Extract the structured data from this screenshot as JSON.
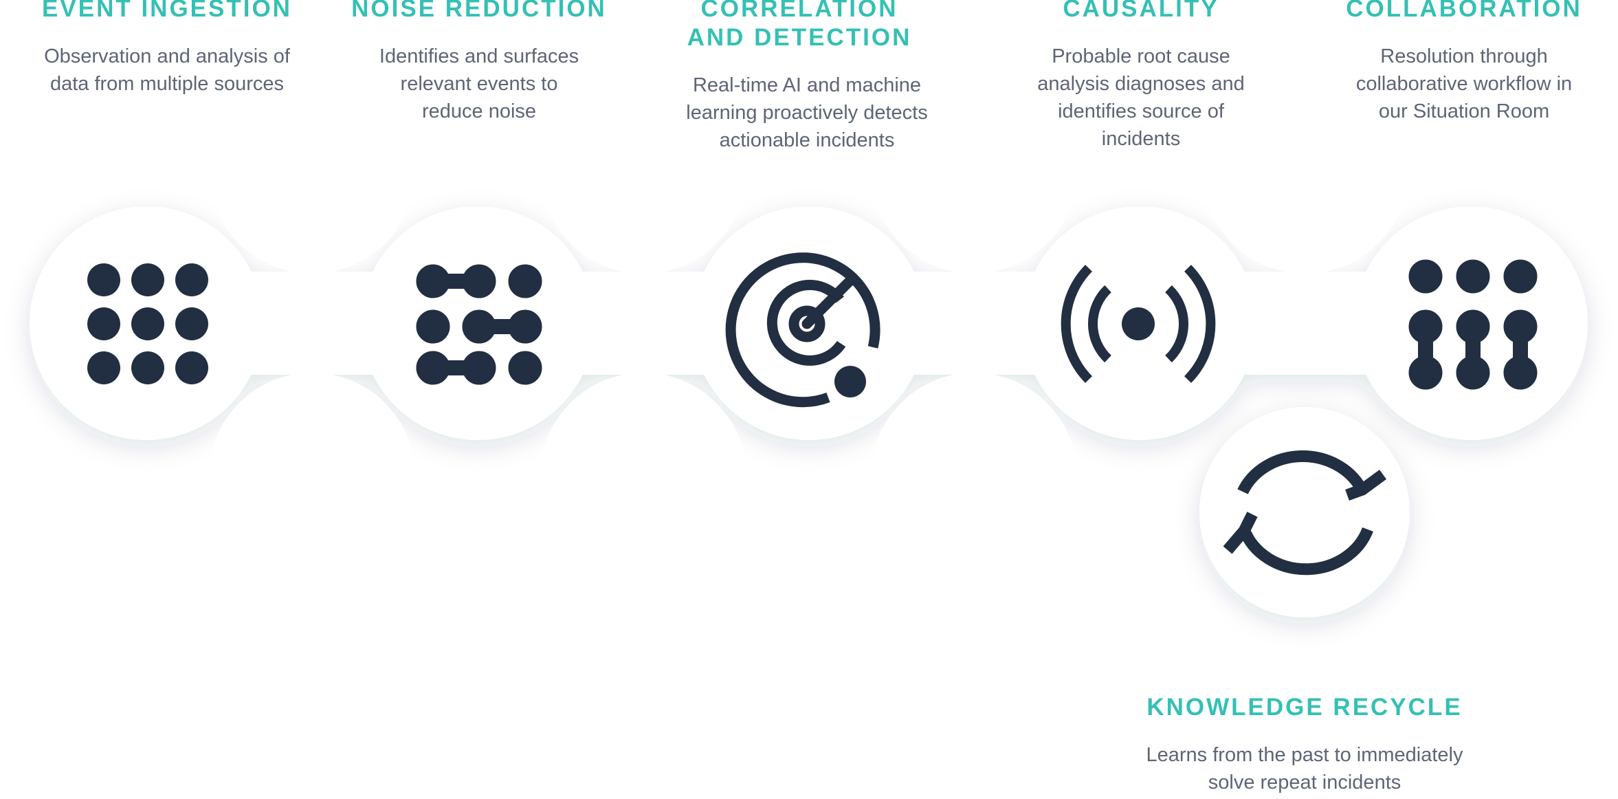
{
  "steps": [
    {
      "title": "EVENT INGESTION",
      "description": "Observation and analysis of\ndata from multiple sources",
      "icon": "grid-dots-icon"
    },
    {
      "title": "NOISE REDUCTION",
      "description": "Identifies and surfaces\nrelevant events to\nreduce noise",
      "icon": "merged-dots-icon"
    },
    {
      "title": "CORRELATION\nAND DETECTION",
      "description": "Real-time AI and machine\nlearning proactively detects\nactionable incidents",
      "icon": "radar-icon"
    },
    {
      "title": "CAUSALITY",
      "description": "Probable root cause\nanalysis diagnoses and\nidentifies source of\nincidents",
      "icon": "broadcast-icon"
    },
    {
      "title": "COLLABORATION",
      "description": "Resolution through\ncollaborative workflow in\nour Situation Room",
      "icon": "linked-dots-icon"
    },
    {
      "title": "KNOWLEDGE RECYCLE",
      "description": "Learns from the past to immediately\nsolve repeat incidents",
      "icon": "recycle-arrows-icon"
    }
  ],
  "colors": {
    "accent": "#35c0b4",
    "icon": "#222e41",
    "text": "#5d6575",
    "circle": "#ffffff"
  }
}
